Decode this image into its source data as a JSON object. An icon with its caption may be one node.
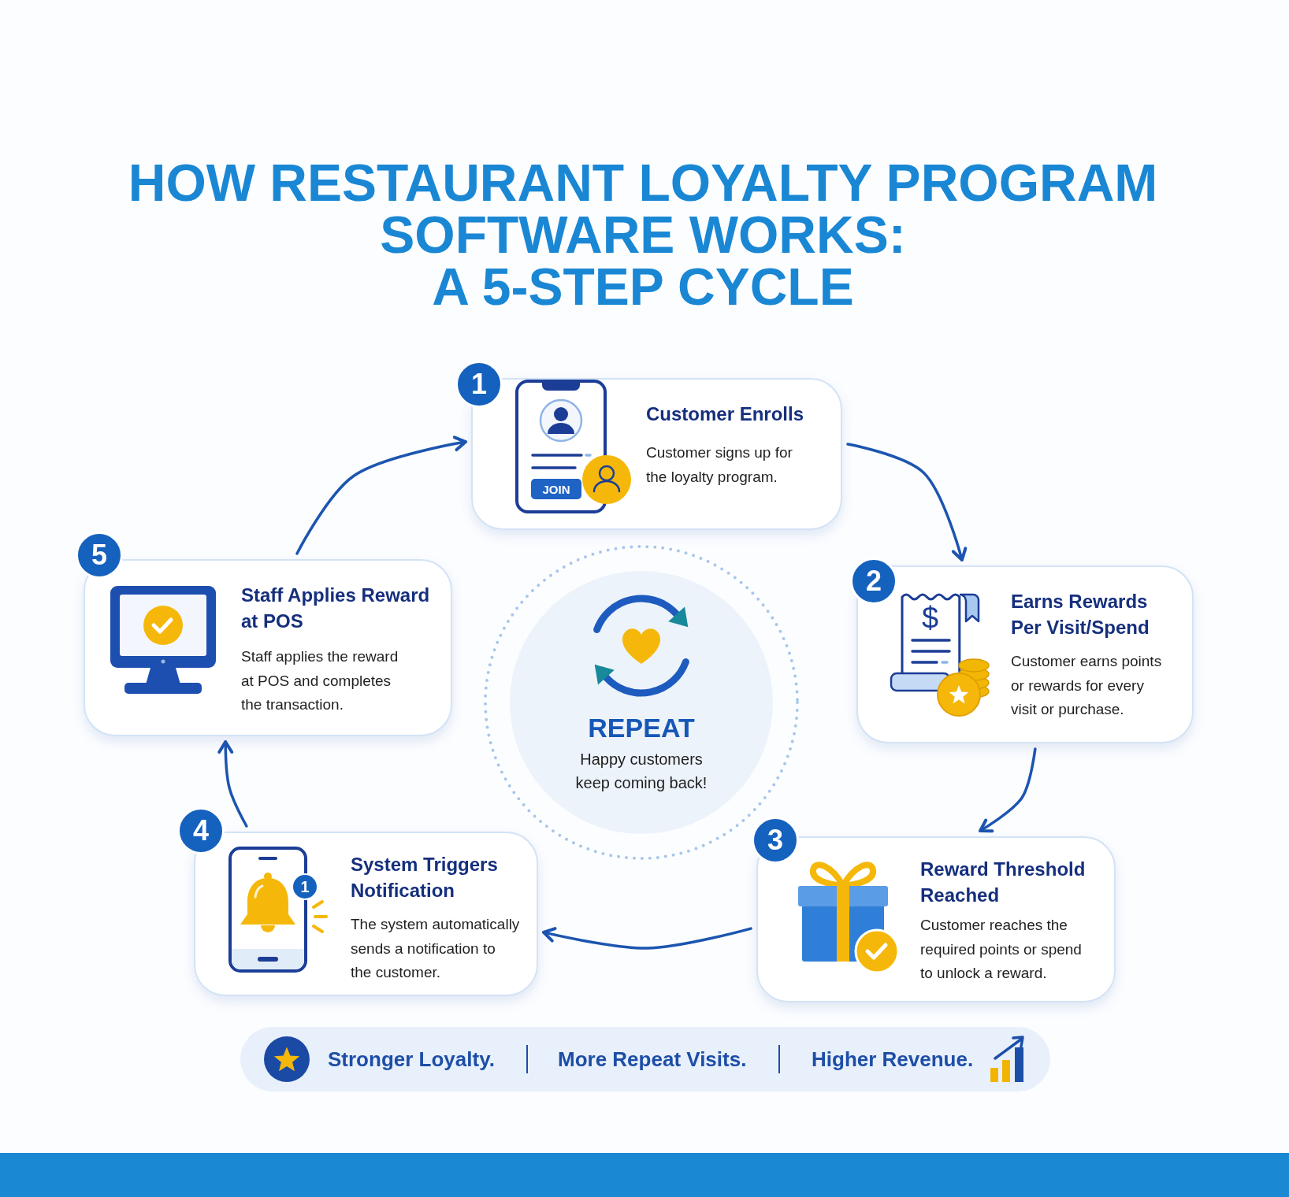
{
  "diagram": {
    "title": "HOW RESTAURANT LOYALTY PROGRAM SOFTWARE WORKS: A 5-STEP CYCLE",
    "nodes": [
      {
        "text": [
          "1"
        ]
      },
      {
        "text": [
          "Customer Enrolls",
          "Customer signs up for the loyalty program."
        ]
      },
      {
        "text": [
          "JOIN"
        ],
        "in": 1
      },
      {
        "text": [
          "2"
        ]
      },
      {
        "text": [
          "Earns Rewards Per Visit/Spend",
          "Customer earns points or rewards for every visit or purchase."
        ]
      },
      {
        "text": [
          "3"
        ]
      },
      {
        "text": [
          "Reward Threshold Reached",
          "Customer reaches the required points or spend to unlock a reward."
        ]
      },
      {
        "text": [
          "4"
        ]
      },
      {
        "text": [
          "System Triggers Notification",
          "The system automatically sends a notification to the customer."
        ]
      },
      {
        "text": [
          "1"
        ],
        "in": 8
      },
      {
        "text": [
          "5"
        ]
      },
      {
        "text": [
          "Staff Applies Reward at POS",
          "Staff applies the reward at POS and completes the transaction."
        ]
      },
      {
        "text": [
          "REPEAT",
          "Happy customers keep coming back!"
        ]
      },
      {
        "text": [
          "Stronger Loyalty.",
          "More Repeat Visits.",
          "Higher Revenue."
        ]
      }
    ],
    "edges": [
      {
        "from": 1,
        "to": 4,
        "arrow": "to"
      },
      {
        "from": 4,
        "to": 6,
        "arrow": "to"
      },
      {
        "from": 6,
        "to": 8,
        "arrow": "to"
      },
      {
        "from": 8,
        "to": 11,
        "arrow": "to"
      },
      {
        "from": 11,
        "to": 1,
        "arrow": "to"
      }
    ],
    "labels": [
      "$"
    ]
  }
}
